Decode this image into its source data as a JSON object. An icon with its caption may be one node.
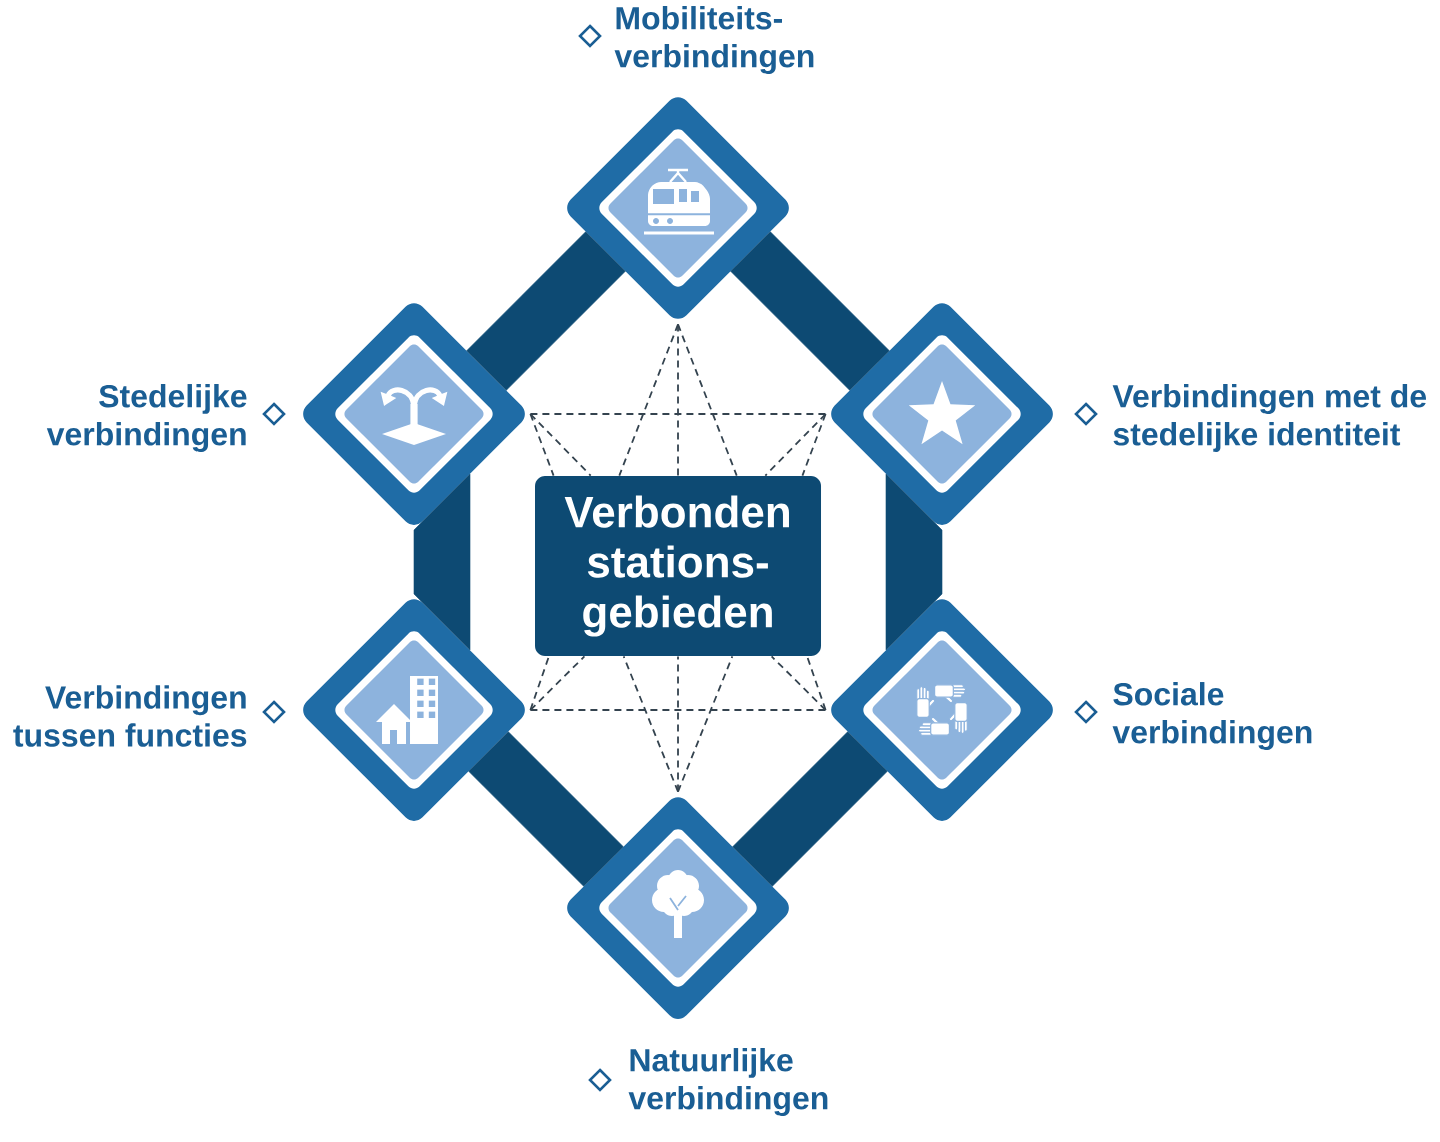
{
  "diagram": {
    "nodes": [
      {
        "text": [],
        "shape": "diamond",
        "beside": [
          "Mobiliteits- verbindingen"
        ]
      },
      {
        "text": [],
        "shape": "diamond",
        "beside": [
          "Stedelijke verbindingen"
        ]
      },
      {
        "text": [],
        "shape": "diamond",
        "beside": [
          "Verbindingen met de stedelijke identiteit"
        ]
      },
      {
        "text": [
          "Verbonden stations- gebieden"
        ]
      },
      {
        "text": [],
        "shape": "diamond",
        "beside": [
          "Verbindingen tussen functies"
        ]
      },
      {
        "text": [],
        "shape": "diamond",
        "beside": [
          "Sociale verbindingen"
        ]
      },
      {
        "text": [],
        "shape": "diamond",
        "beside": [
          "Natuurlijke verbindingen"
        ]
      }
    ],
    "edges": [
      {
        "from": 0,
        "to": 2,
        "arrow": "none",
        "style": "thick",
        "color": "#0d4a73"
      },
      {
        "from": 2,
        "to": 5,
        "arrow": "none",
        "style": "thick",
        "color": "#0d4a73"
      },
      {
        "from": 5,
        "to": 6,
        "arrow": "none",
        "style": "thick",
        "color": "#0d4a73"
      },
      {
        "from": 6,
        "to": 4,
        "arrow": "none",
        "style": "thick",
        "color": "#0d4a73"
      },
      {
        "from": 4,
        "to": 1,
        "arrow": "none",
        "style": "thick",
        "color": "#0d4a73"
      },
      {
        "from": 1,
        "to": 0,
        "arrow": "none",
        "style": "thick",
        "color": "#0d4a73"
      },
      {
        "from": 0,
        "to": 3,
        "arrow": "none",
        "style": "dashed"
      },
      {
        "from": 0,
        "to": 3,
        "arrow": "none",
        "style": "dashed"
      },
      {
        "from": 0,
        "to": 3,
        "arrow": "none",
        "style": "dashed"
      },
      {
        "from": 1,
        "to": 2,
        "arrow": "none",
        "style": "dashed"
      },
      {
        "from": 1,
        "to": 3,
        "arrow": "none",
        "style": "dashed"
      },
      {
        "from": 1,
        "to": 3,
        "arrow": "none",
        "style": "dashed"
      },
      {
        "from": 2,
        "to": 3,
        "arrow": "none",
        "style": "dashed"
      },
      {
        "from": 2,
        "to": 3,
        "arrow": "none",
        "style": "dashed"
      },
      {
        "from": 4,
        "to": 3,
        "arrow": "none",
        "style": "dashed"
      },
      {
        "from": 4,
        "to": 3,
        "arrow": "none",
        "style": "dashed"
      },
      {
        "from": 4,
        "to": 5,
        "arrow": "none",
        "style": "dashed"
      },
      {
        "from": 5,
        "to": 3,
        "arrow": "none",
        "style": "dashed"
      },
      {
        "from": 5,
        "to": 3,
        "arrow": "none",
        "style": "dashed"
      },
      {
        "from": 6,
        "to": 3,
        "arrow": "none",
        "style": "dashed"
      },
      {
        "from": 6,
        "to": 3,
        "arrow": "none",
        "style": "dashed"
      },
      {
        "from": 6,
        "to": 3,
        "arrow": "none",
        "style": "dashed"
      }
    ]
  }
}
